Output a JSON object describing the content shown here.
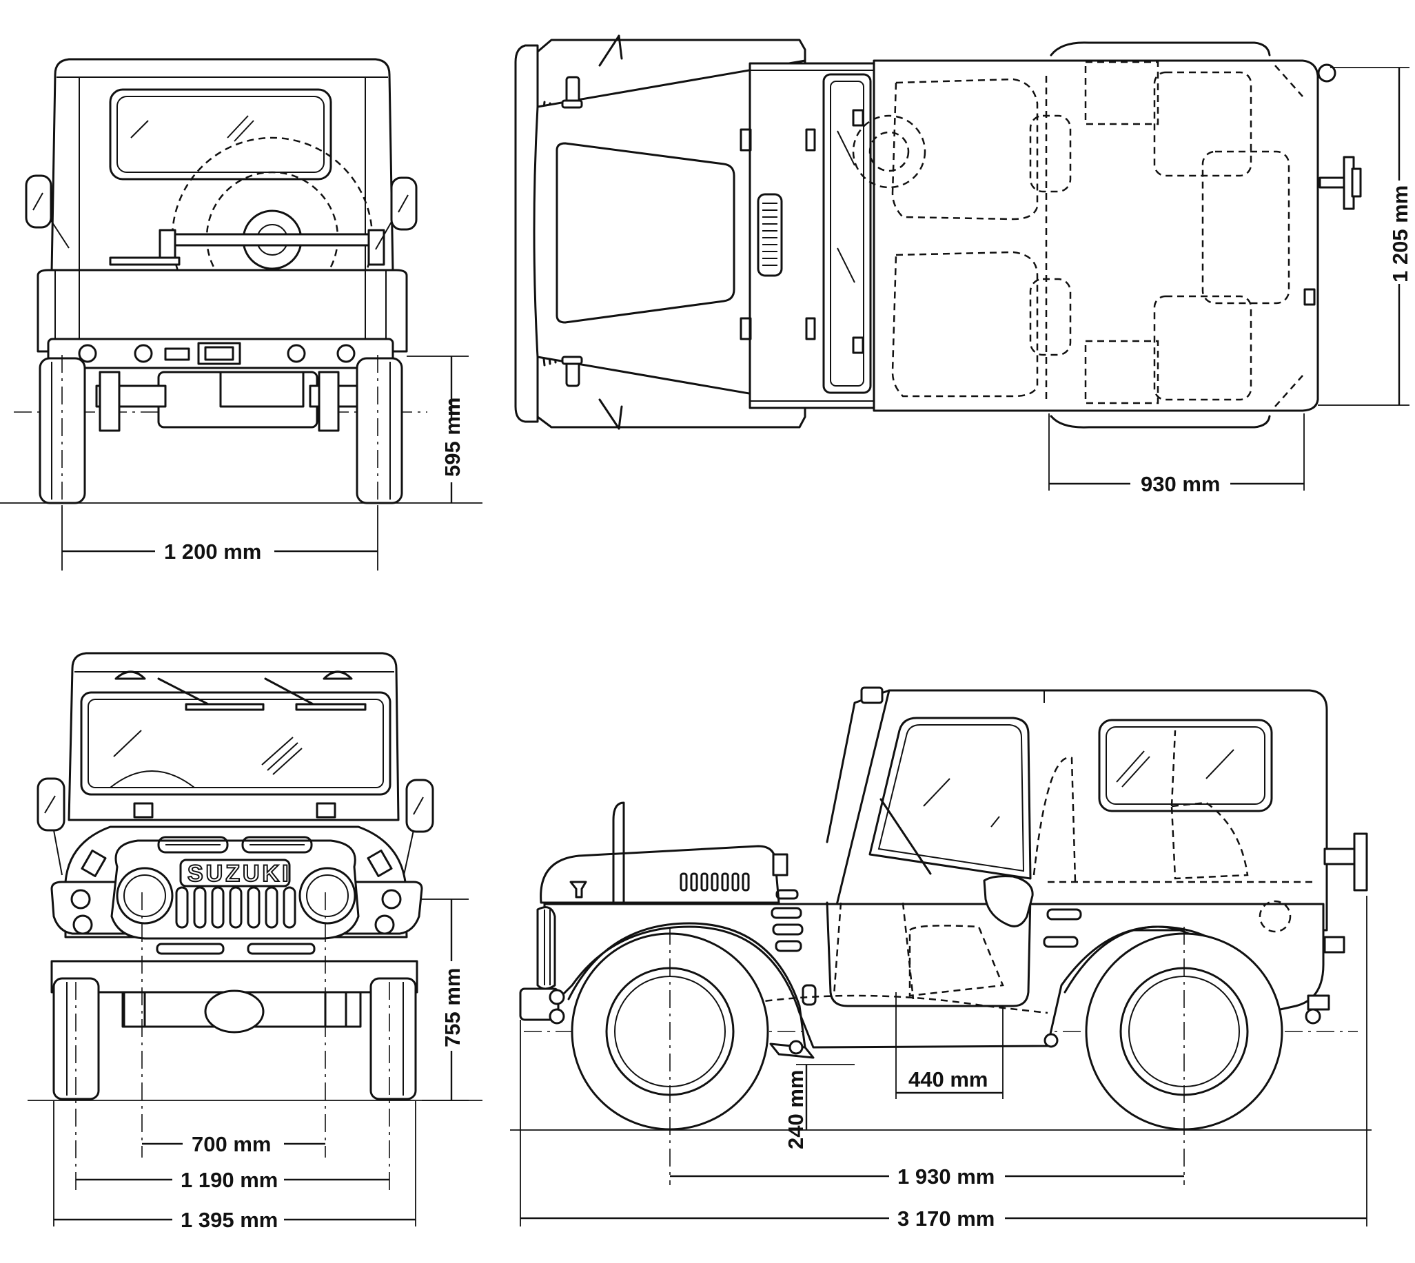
{
  "dimensions": {
    "rear_track": "1 200 mm",
    "rear_axle_height": "595 mm",
    "top_rear_overhang": "930 mm",
    "overall_width_top": "1 205 mm",
    "front_inner_spacing": "700 mm",
    "front_track": "1 190 mm",
    "overall_width": "1 395 mm",
    "front_height": "755 mm",
    "door_opening": "440 mm",
    "ground_clearance": "240 mm",
    "wheelbase": "1 930 mm",
    "overall_length": "3 170 mm"
  },
  "badge": {
    "text": "SUZUKI"
  },
  "views": [
    "rear-view",
    "top-view",
    "front-view",
    "side-view"
  ]
}
